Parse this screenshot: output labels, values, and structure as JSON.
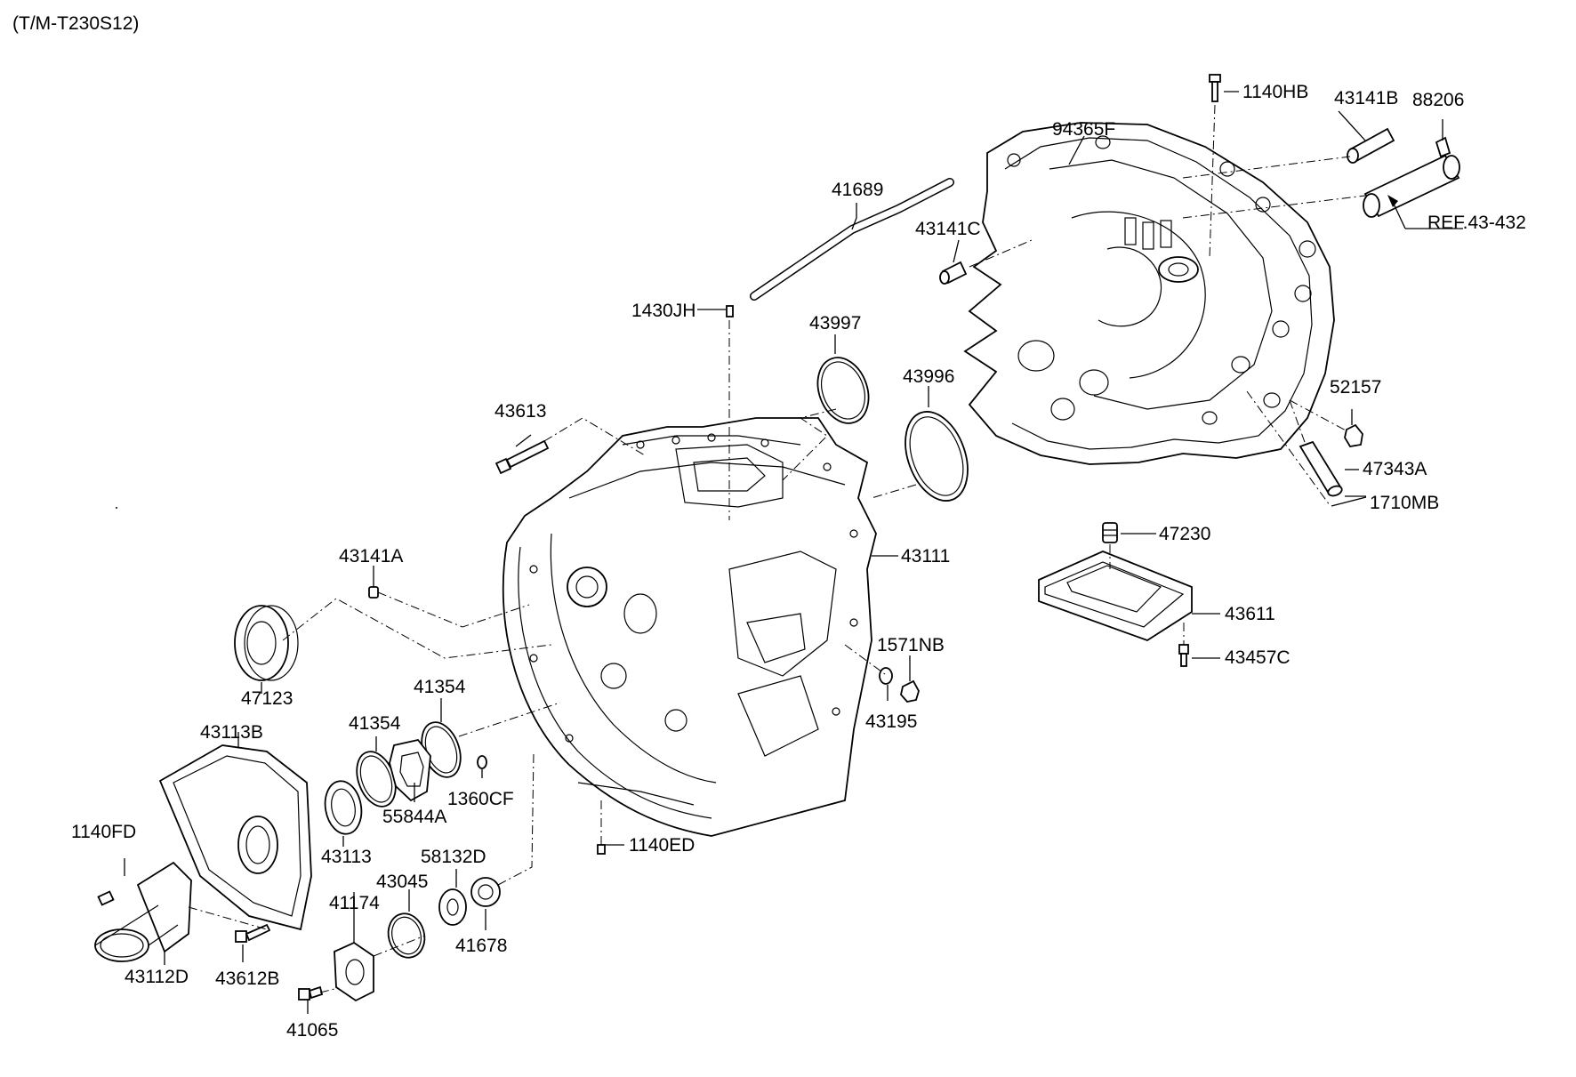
{
  "title": "(T/M-T230S12)",
  "parts": [
    {
      "id": "p1140HB",
      "text": "1140HB"
    },
    {
      "id": "p43141B",
      "text": "43141B"
    },
    {
      "id": "p88206",
      "text": "88206"
    },
    {
      "id": "p94365F",
      "text": "94365F"
    },
    {
      "id": "pREF",
      "text": "REF.43-432"
    },
    {
      "id": "p41689",
      "text": "41689"
    },
    {
      "id": "p43141C",
      "text": "43141C"
    },
    {
      "id": "p1430JH",
      "text": "1430JH"
    },
    {
      "id": "p43997",
      "text": "43997"
    },
    {
      "id": "p43996",
      "text": "43996"
    },
    {
      "id": "p52157",
      "text": "52157"
    },
    {
      "id": "p43613",
      "text": "43613"
    },
    {
      "id": "p47343A",
      "text": "47343A"
    },
    {
      "id": "p1710MB",
      "text": "1710MB"
    },
    {
      "id": "p47230",
      "text": "47230"
    },
    {
      "id": "p43141A",
      "text": "43141A"
    },
    {
      "id": "p43111",
      "text": "43111"
    },
    {
      "id": "p43611",
      "text": "43611"
    },
    {
      "id": "p1571NB",
      "text": "1571NB"
    },
    {
      "id": "p43457C",
      "text": "43457C"
    },
    {
      "id": "p47123",
      "text": "47123"
    },
    {
      "id": "p41354a",
      "text": "41354"
    },
    {
      "id": "p43195",
      "text": "43195"
    },
    {
      "id": "p43113B",
      "text": "43113B"
    },
    {
      "id": "p41354b",
      "text": "41354"
    },
    {
      "id": "p55844A",
      "text": "55844A"
    },
    {
      "id": "p1360CF",
      "text": "1360CF"
    },
    {
      "id": "p1140FD",
      "text": "1140FD"
    },
    {
      "id": "p43113",
      "text": "43113"
    },
    {
      "id": "p58132D",
      "text": "58132D"
    },
    {
      "id": "p1140ED",
      "text": "1140ED"
    },
    {
      "id": "p43045",
      "text": "43045"
    },
    {
      "id": "p41174",
      "text": "41174"
    },
    {
      "id": "p41678",
      "text": "41678"
    },
    {
      "id": "p43112D",
      "text": "43112D"
    },
    {
      "id": "p43612B",
      "text": "43612B"
    },
    {
      "id": "p41065",
      "text": "41065"
    }
  ]
}
